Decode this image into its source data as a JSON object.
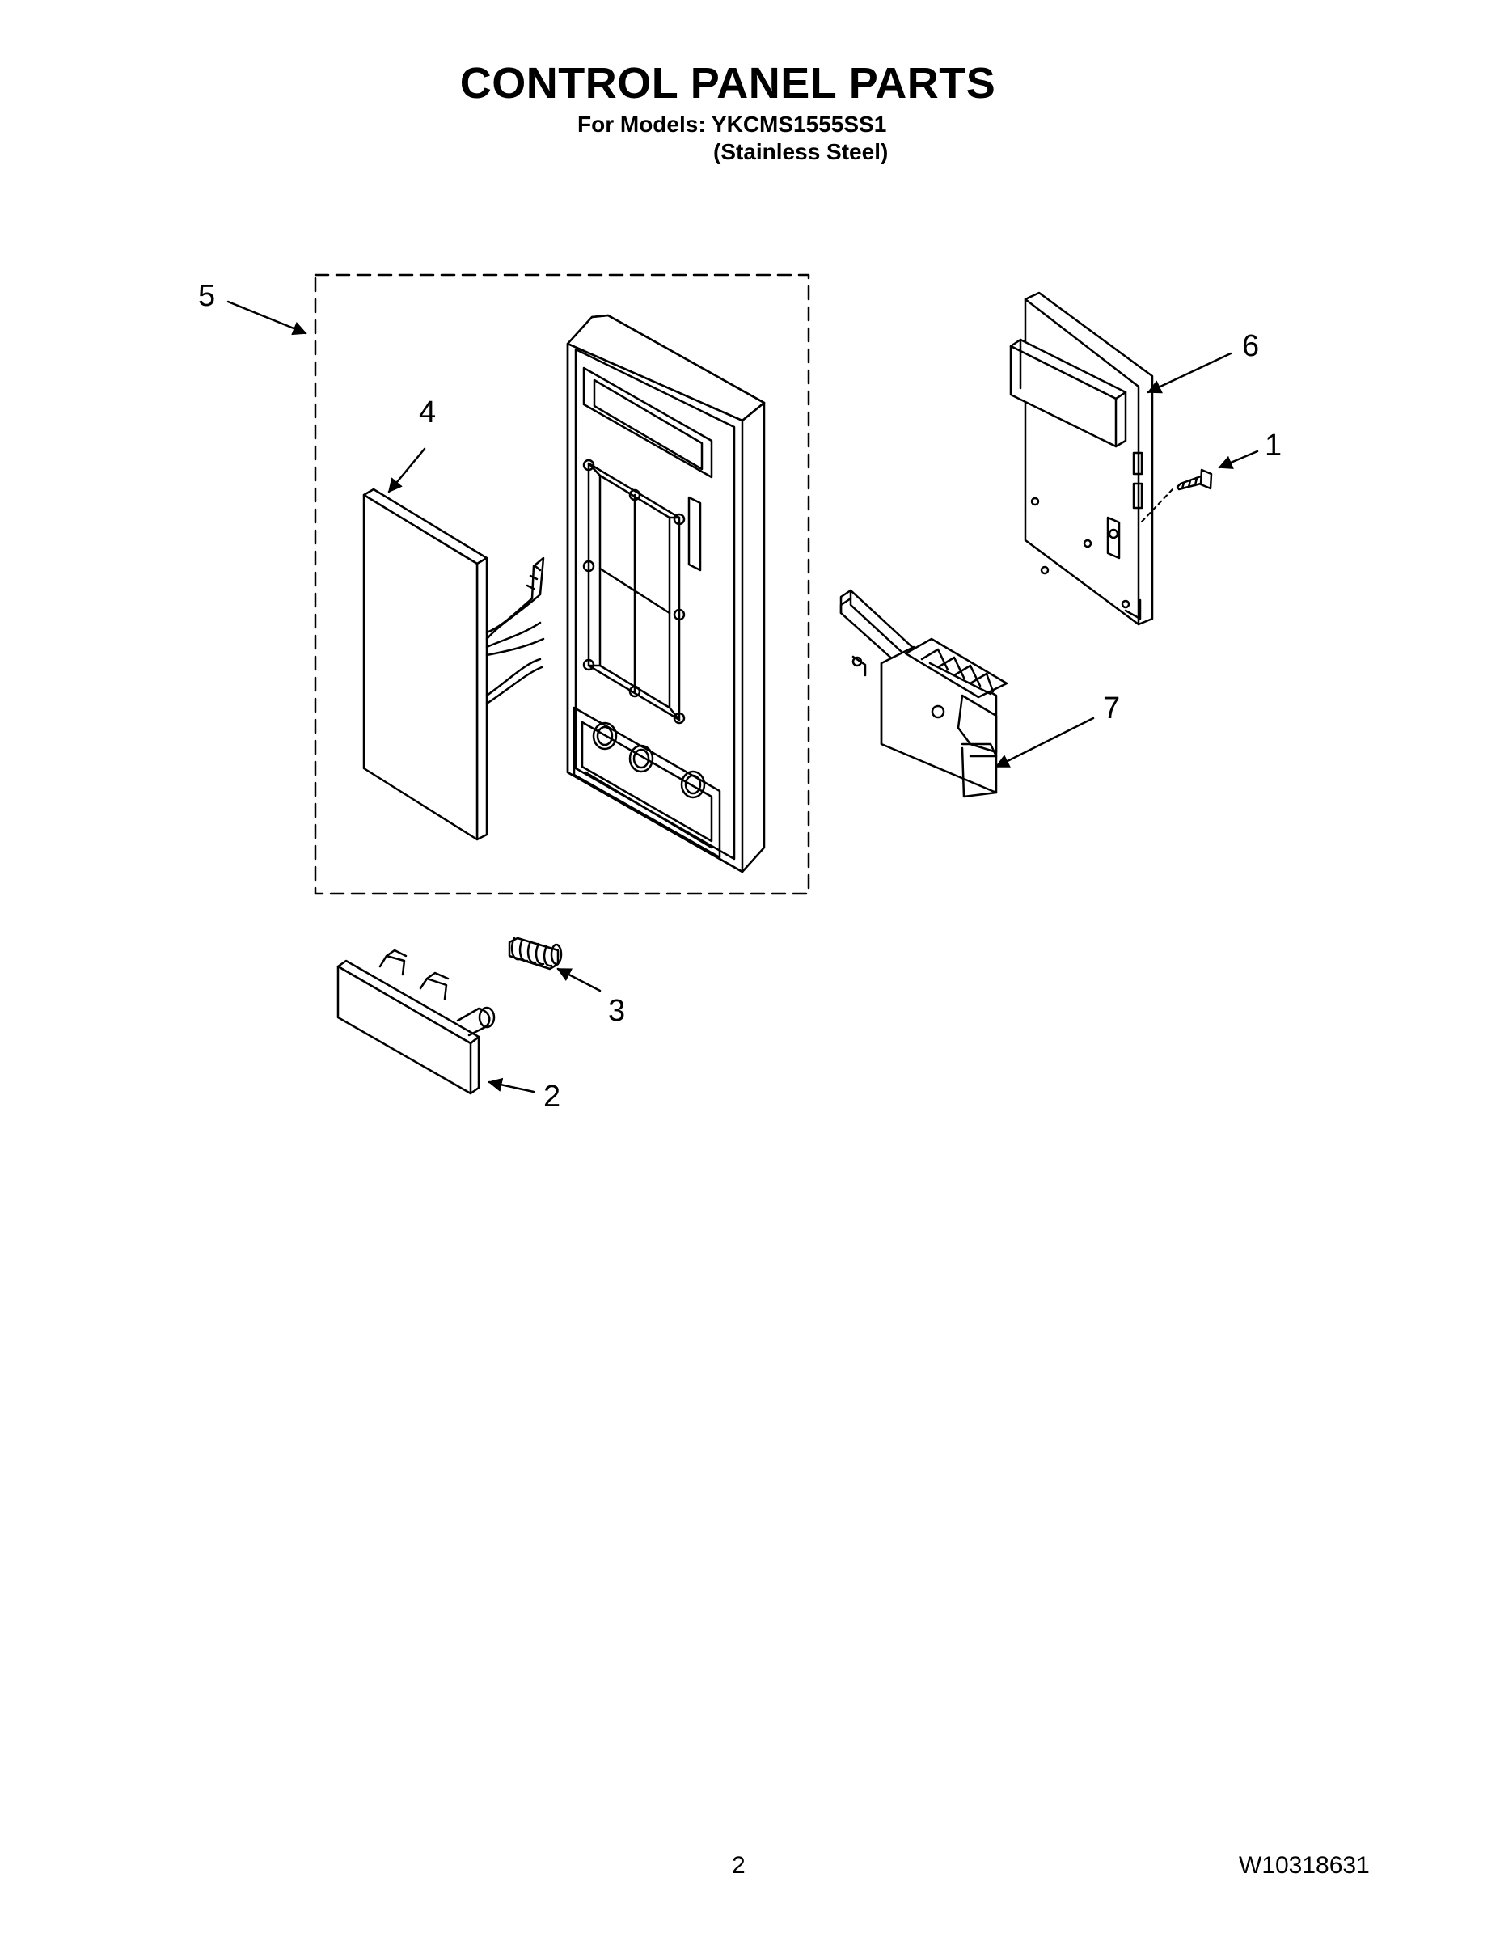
{
  "header": {
    "title": "CONTROL PANEL PARTS",
    "models_line": "For Models: YKCMS1555SS1",
    "finish_line": "(Stainless Steel)"
  },
  "callouts": [
    {
      "id": "1",
      "label": "1"
    },
    {
      "id": "2",
      "label": "2"
    },
    {
      "id": "3",
      "label": "3"
    },
    {
      "id": "4",
      "label": "4"
    },
    {
      "id": "5",
      "label": "5"
    },
    {
      "id": "6",
      "label": "6"
    },
    {
      "id": "7",
      "label": "7"
    }
  ],
  "footer": {
    "page_number": "2",
    "document_number": "W10318631"
  }
}
